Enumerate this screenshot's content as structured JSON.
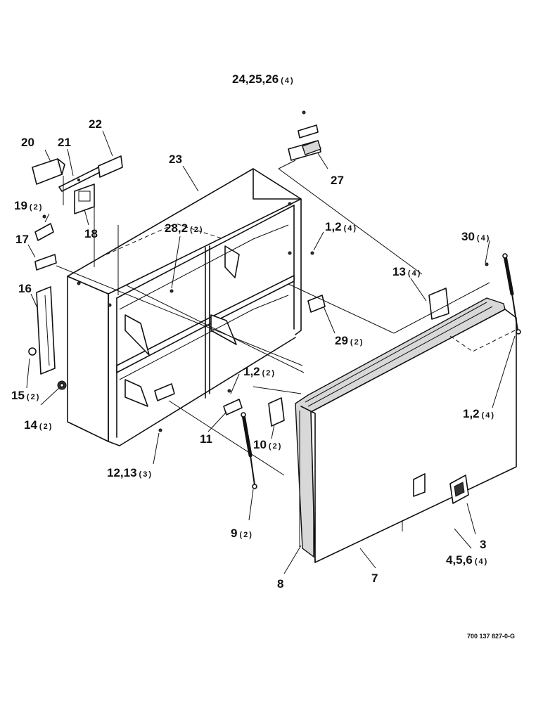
{
  "callouts": {
    "c24": {
      "label": "24,25,26",
      "qty": "(4)"
    },
    "c22": {
      "label": "22"
    },
    "c20": {
      "label": "20"
    },
    "c21": {
      "label": "21"
    },
    "c23": {
      "label": "23"
    },
    "c27": {
      "label": "27"
    },
    "c19": {
      "label": "19",
      "qty": "(2)"
    },
    "c28": {
      "label": "28,2",
      "qty": "(2)"
    },
    "c1a": {
      "label": "1,2",
      "qty": "(4)"
    },
    "c17": {
      "label": "17"
    },
    "c18": {
      "label": "18"
    },
    "c30": {
      "label": "30",
      "qty": "(4)"
    },
    "c16": {
      "label": "16"
    },
    "c13a": {
      "label": "13",
      "qty": "(4)"
    },
    "c29": {
      "label": "29",
      "qty": "(2)"
    },
    "c15": {
      "label": "15",
      "qty": "(2)"
    },
    "c14": {
      "label": "14",
      "qty": "(2)"
    },
    "c1b": {
      "label": "1,2",
      "qty": "(2)"
    },
    "c1c": {
      "label": "1,2",
      "qty": "(4)"
    },
    "c10": {
      "label": "10",
      "qty": "(2)"
    },
    "c11": {
      "label": "11"
    },
    "c12": {
      "label": "12,13",
      "qty": "(3)"
    },
    "c9": {
      "label": "9",
      "qty": "(2)"
    },
    "c3": {
      "label": "3"
    },
    "c4": {
      "label": "4,5,6",
      "qty": "(4)"
    },
    "c8": {
      "label": "8"
    },
    "c7": {
      "label": "7"
    }
  },
  "reference_code": "700 137 827-0-G"
}
